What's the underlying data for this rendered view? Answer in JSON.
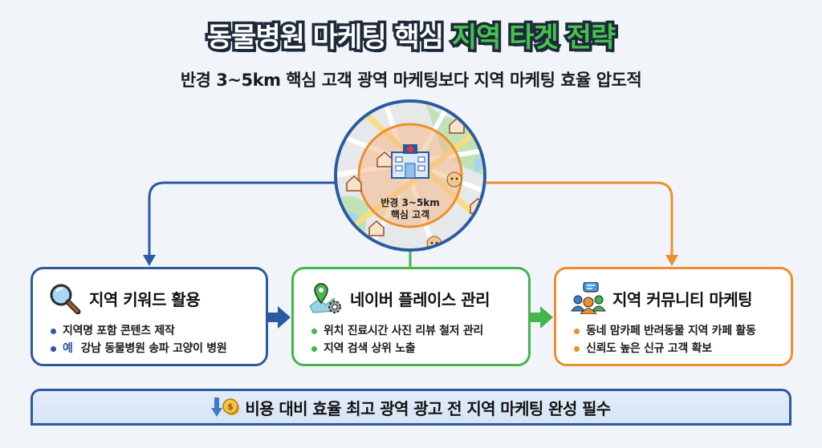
{
  "header": {
    "title_part1": "동물병원 마케팅 핵심 ",
    "title_part2": "지역 타겟 전략",
    "subtitle": "반경 3~5km 핵심 고객 광역 마케팅보다 지역 마케팅 효율 압도적"
  },
  "center": {
    "label_line1": "반경 3~5km",
    "label_line2": "핵심 고객",
    "icons": [
      "hospital-icon",
      "house-icon",
      "pet-house-icon",
      "dog-face-icon"
    ]
  },
  "cards": [
    {
      "title": "지역 키워드 활용",
      "icon": "magnifier-icon",
      "accent": "#2a5aa0",
      "bullets": [
        {
          "tag": "",
          "text": "지역명 포함 콘텐츠 제작"
        },
        {
          "tag": "예",
          "text": "강남 동물병원 송파 고양이 병원"
        }
      ]
    },
    {
      "title": "네이버 플레이스 관리",
      "icon": "map-pin-gear-icon",
      "accent": "#44b54c",
      "bullets": [
        {
          "tag": "",
          "text": "위치 진료시간 사진 리뷰 철저 관리"
        },
        {
          "tag": "",
          "text": "지역 검색 상위 노출"
        }
      ]
    },
    {
      "title": "지역 커뮤니티 마케팅",
      "icon": "community-chat-icon",
      "accent": "#ec8f2c",
      "bullets": [
        {
          "tag": "",
          "text": "동네 맘카페 반려동물 지역 카페 활동"
        },
        {
          "tag": "",
          "text": "신뢰도 높은 신규 고객 확보"
        }
      ]
    }
  ],
  "banner": {
    "text": "비용 대비 효율 최고 광역 광고 전 지역 마케팅 완성 필수",
    "icons": [
      "down-arrow-icon",
      "coin-icon"
    ]
  },
  "colors": {
    "blue": "#2a5aa0",
    "green": "#44b54c",
    "orange": "#ec8f2c",
    "title_green": "#47c24f",
    "background": "#f1f5fa"
  }
}
